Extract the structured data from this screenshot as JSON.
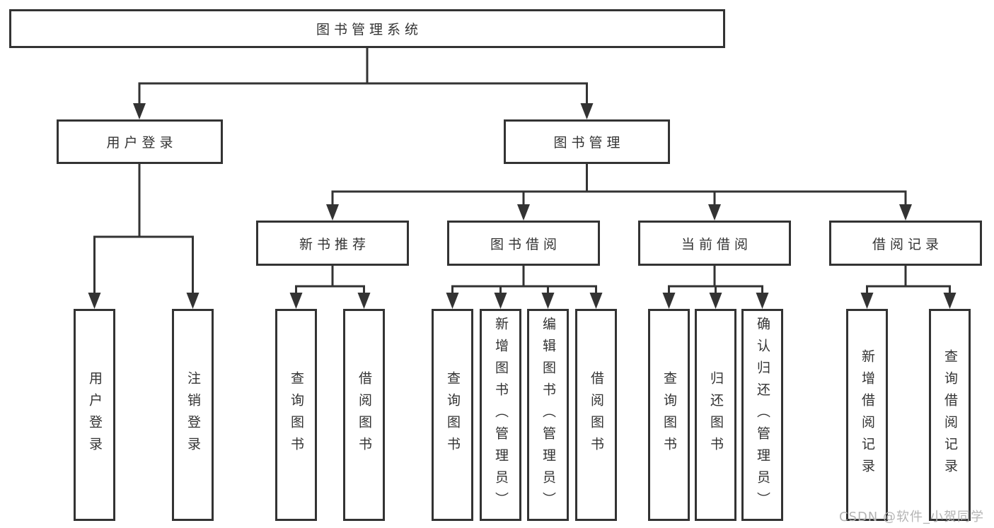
{
  "diagram": {
    "root": {
      "label": "图书管理系统"
    },
    "branches": [
      {
        "label": "用户登录",
        "children": [
          {
            "label": "用户登录"
          },
          {
            "label": "注销登录"
          }
        ]
      },
      {
        "label": "图书管理",
        "children": [
          {
            "label": "新书推荐",
            "children": [
              {
                "label": "查询图书"
              },
              {
                "label": "借阅图书"
              }
            ]
          },
          {
            "label": "图书借阅",
            "children": [
              {
                "label": "查询图书"
              },
              {
                "label": "新增图书（管理员）"
              },
              {
                "label": "编辑图书（管理员）"
              },
              {
                "label": "借阅图书"
              }
            ]
          },
          {
            "label": "当前借阅",
            "children": [
              {
                "label": "查询图书"
              },
              {
                "label": "归还图书"
              },
              {
                "label": "确认归还（管理员）"
              }
            ]
          },
          {
            "label": "借阅记录",
            "children": [
              {
                "label": "新增借阅记录"
              },
              {
                "label": "查询借阅记录"
              }
            ]
          }
        ]
      }
    ]
  },
  "watermark": {
    "text": "CSDN @软件_小贺同学"
  },
  "colors": {
    "background": "#ffffff",
    "line": "#333333",
    "text": "#333333",
    "watermark": "#b4b4b4"
  }
}
